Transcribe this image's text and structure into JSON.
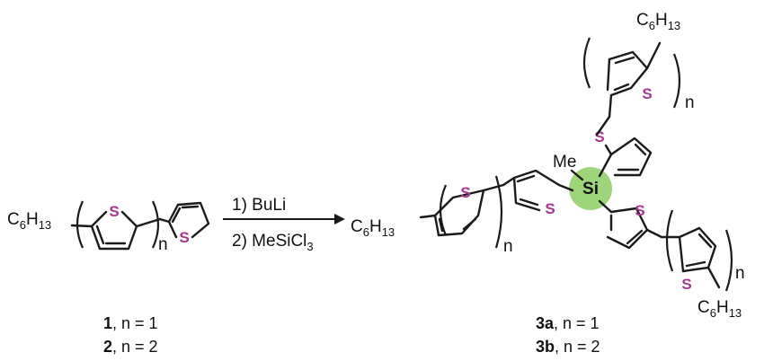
{
  "colors": {
    "sulfur": "#a6378f",
    "silicon_highlight": "#9dd57a",
    "ink": "#1a1a1a"
  },
  "atoms": {
    "sulfur": "S",
    "silicon": "Si",
    "methyl": "Me"
  },
  "groups": {
    "hexyl_main": "C",
    "hexyl_c_sub": "6",
    "hexyl_h": "H",
    "hexyl_h_sub": "13"
  },
  "repeat_index": "n",
  "reagents": {
    "step1": "1) BuLi",
    "step2": "2) MeSiCl",
    "step2_sub": "3"
  },
  "starting_compounds": [
    {
      "id": "1",
      "condition": ", n = 1"
    },
    {
      "id": "2",
      "condition": ", n = 2"
    }
  ],
  "products": [
    {
      "id": "3a",
      "condition": ", n = 1"
    },
    {
      "id": "3b",
      "condition": ", n = 2"
    }
  ]
}
